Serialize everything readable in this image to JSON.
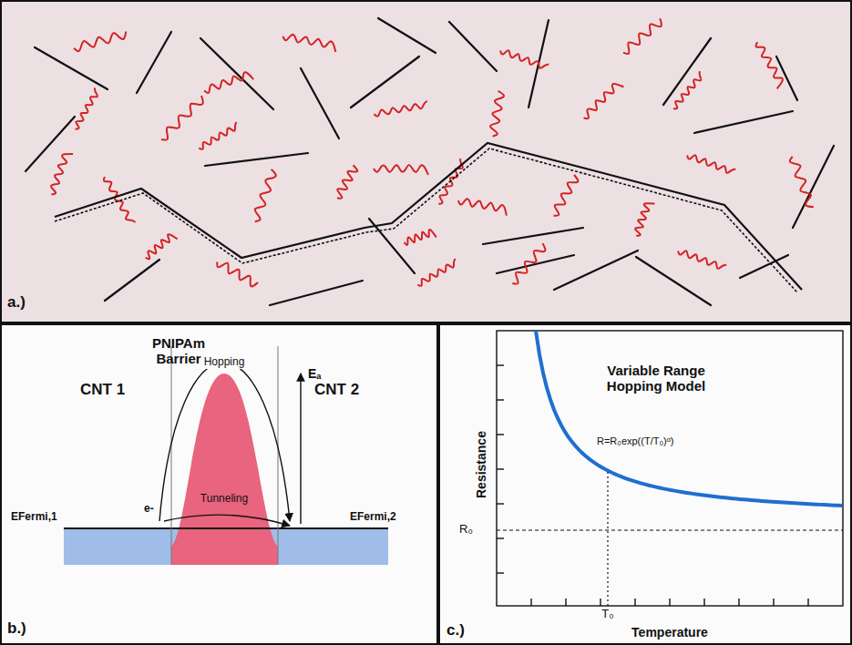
{
  "diagram": {
    "labels": [
      "a.)",
      "CNT 1",
      "PNIPAm Barrier",
      "CNT 2",
      "Hopping",
      "Eₐ",
      "Tunneling",
      "e-",
      "EFermi,1",
      "EFermi,2",
      "b.)",
      "Variable Range Hopping Model",
      "Resistance",
      "R=R₀exp((T/T₀)ᵅ)",
      "R₀",
      "T₀",
      "Temperature",
      "c.)"
    ]
  }
}
